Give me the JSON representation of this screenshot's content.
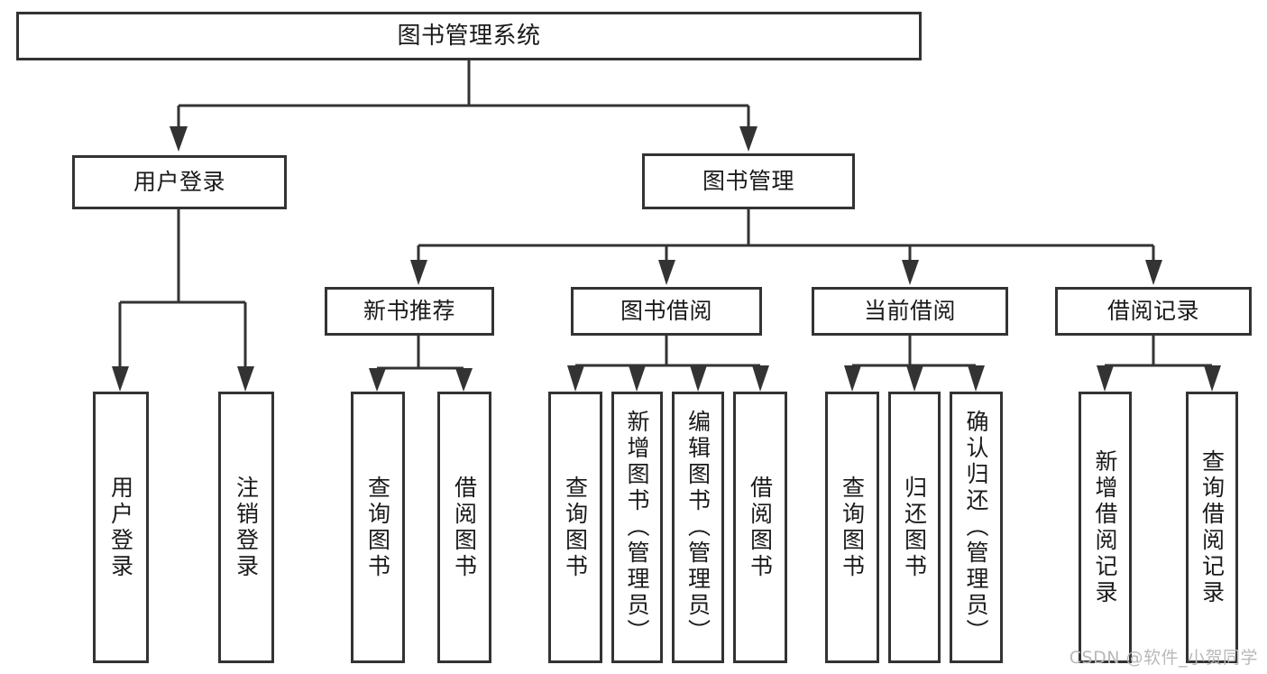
{
  "diagram": {
    "title": "图书管理系统",
    "type": "functional-structure-tree",
    "colors": {
      "background": "#ffffff",
      "box_border": "#333333",
      "box_fill": "#ffffff",
      "connector": "#333333",
      "text": "#1a1a1a",
      "watermark": "#b9b9b9"
    },
    "root": {
      "label": "图书管理系统"
    },
    "level1": [
      {
        "id": "user-login",
        "label": "用户登录"
      },
      {
        "id": "book-management",
        "label": "图书管理"
      }
    ],
    "level2": [
      {
        "id": "new-book-recommend",
        "label": "新书推荐"
      },
      {
        "id": "book-borrow",
        "label": "图书借阅"
      },
      {
        "id": "current-borrow",
        "label": "当前借阅"
      },
      {
        "id": "borrow-record",
        "label": "借阅记录"
      }
    ],
    "leaves": {
      "user-login": [
        {
          "id": "leaf-user-login",
          "label": "用户登录"
        },
        {
          "id": "leaf-logout-login",
          "label": "注销登录"
        }
      ],
      "new-book-recommend": [
        {
          "id": "leaf-query-book-1",
          "label": "查询图书"
        },
        {
          "id": "leaf-borrow-book-1",
          "label": "借阅图书"
        }
      ],
      "book-borrow": [
        {
          "id": "leaf-query-book-2",
          "label": "查询图书"
        },
        {
          "id": "leaf-add-book",
          "label": "新增图书（管理员）"
        },
        {
          "id": "leaf-edit-book",
          "label": "编辑图书（管理员）"
        },
        {
          "id": "leaf-borrow-book-2",
          "label": "借阅图书"
        }
      ],
      "current-borrow": [
        {
          "id": "leaf-query-book-3",
          "label": "查询图书"
        },
        {
          "id": "leaf-return-book",
          "label": "归还图书"
        },
        {
          "id": "leaf-confirm-return",
          "label": "确认归还（管理员）"
        }
      ],
      "borrow-record": [
        {
          "id": "leaf-add-record",
          "label": "新增借阅记录"
        },
        {
          "id": "leaf-query-record",
          "label": "查询借阅记录"
        }
      ]
    }
  },
  "watermark": {
    "text": "CSDN @软件_小贺同学"
  }
}
